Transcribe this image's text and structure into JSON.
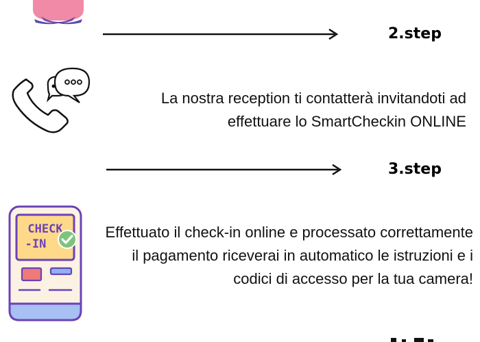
{
  "steps": [
    {
      "label": "2.step",
      "text": "La nostra reception ti contatterà invitandoti ad effettuare lo SmartCheckin ONLINE"
    },
    {
      "label": "3.step",
      "text": "Effettuato il check-in online e processato correttamente il pagamento riceverai in automatico le istruzioni e i codici di accesso per la tua camera!"
    }
  ],
  "kiosk": {
    "screen_line1": "CHECK",
    "screen_line2": "-IN"
  },
  "icons": {
    "top": "person-meditating-icon",
    "phone": "phone-chat-icon",
    "kiosk": "checkin-kiosk-icon"
  },
  "colors": {
    "figure_pink": "#f08aa6",
    "figure_purple": "#6b4fb0",
    "kiosk_body": "#fbf2e4",
    "kiosk_screen": "#ffd98a",
    "kiosk_base": "#a9c0f2",
    "kiosk_accent_purple": "#6a42b8",
    "check_green": "#7ec47b",
    "button_red": "#ef7a7a",
    "button_blue": "#8eb3ee"
  }
}
